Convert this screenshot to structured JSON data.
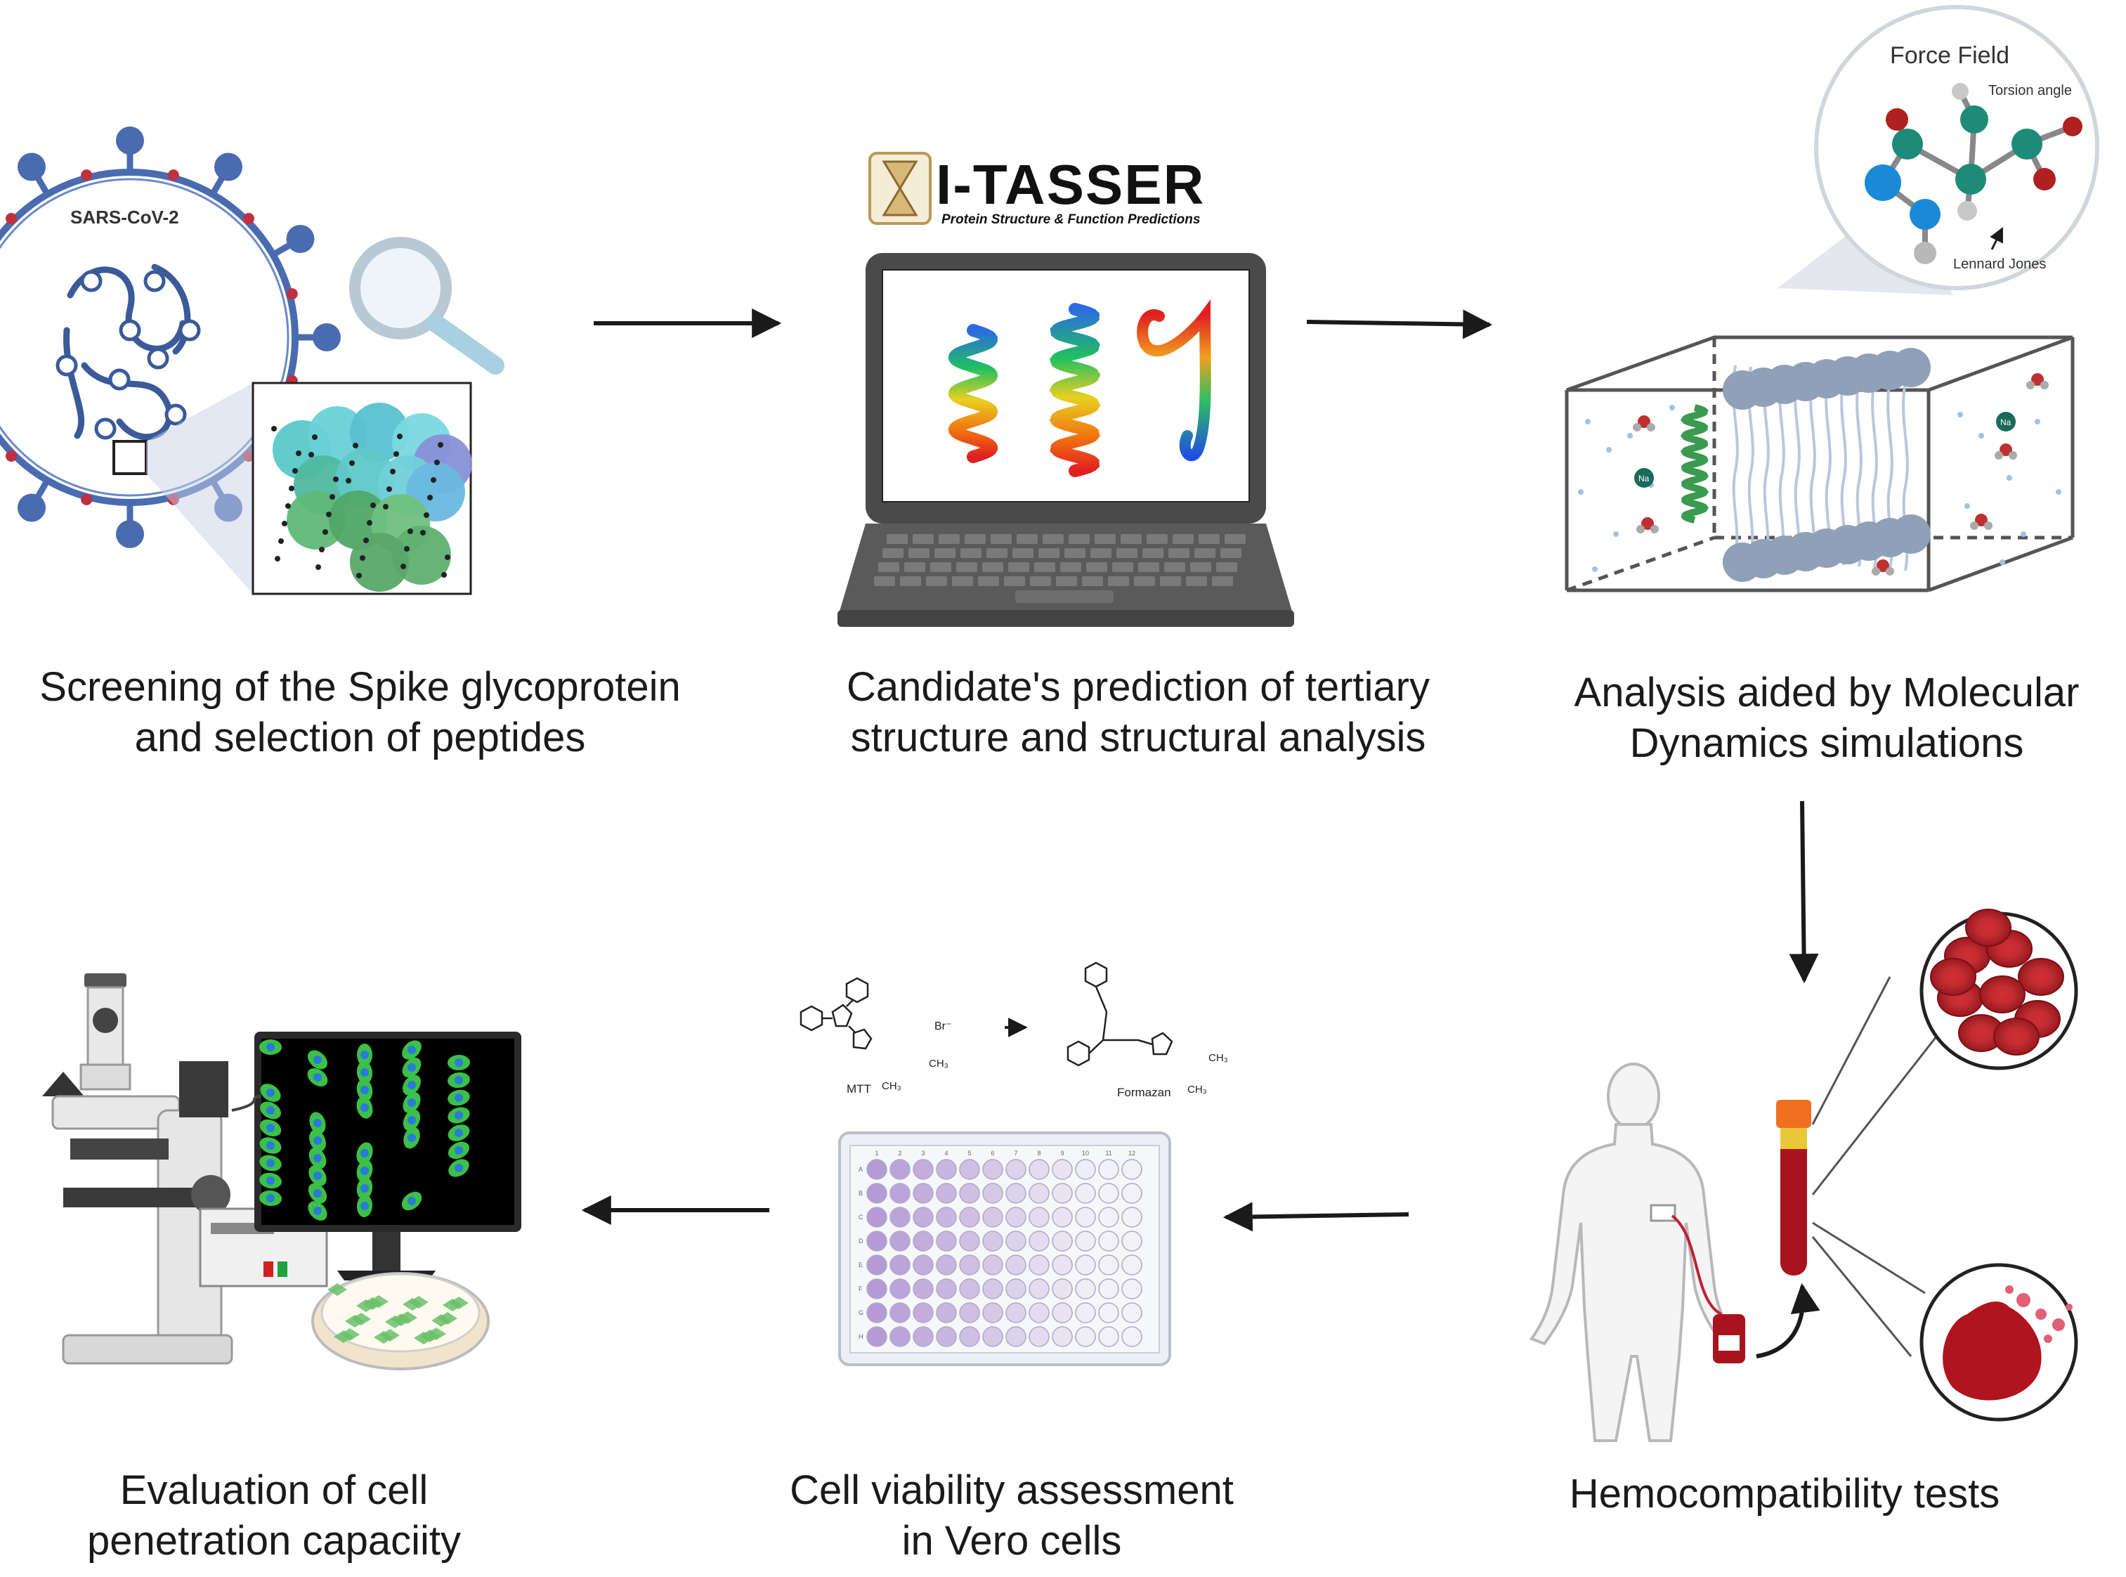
{
  "steps": [
    {
      "id": "screening",
      "lines": [
        "Screening of the Spike glycoprotein",
        "and selection of peptides"
      ]
    },
    {
      "id": "prediction",
      "lines": [
        "Candidate's prediction of tertiary",
        "structure  and structural analysis"
      ]
    },
    {
      "id": "md",
      "lines": [
        "Analysis aided by Molecular",
        "Dynamics simulations"
      ]
    },
    {
      "id": "hemo",
      "lines": [
        "Hemocompatibility tests"
      ]
    },
    {
      "id": "viability",
      "lines": [
        "Cell viability assessment",
        "in Vero cells"
      ]
    },
    {
      "id": "penetration",
      "lines": [
        "Evaluation of cell",
        "penetration capaciity"
      ]
    }
  ],
  "labels": {
    "virus": "SARS-CoV-2",
    "itasser_logo": "I-TASSER",
    "itasser_sub": "Protein Structure & Function Predictions",
    "force_field": "Force Field",
    "torsion": "Torsion angle",
    "lennard": "Lennard Jones",
    "na": "Na",
    "mtt": "MTT",
    "formazan": "Formazan",
    "br": "Br⁻",
    "ch3": "CH₃",
    "plate_rows": [
      "A",
      "B",
      "C",
      "D",
      "E",
      "F",
      "G",
      "H"
    ],
    "plate_cols": [
      "1",
      "2",
      "3",
      "4",
      "5",
      "6",
      "7",
      "8",
      "9",
      "10",
      "11",
      "12"
    ]
  },
  "colors": {
    "virus": "#4a6bb0",
    "spike": "#c03040",
    "arrow": "#1a1a1a",
    "laptop": "#5a5a5a",
    "membrane": "#8fa0b8",
    "well": "#b59ad6",
    "blood": "#a8141e",
    "cells": "#3cc048"
  }
}
